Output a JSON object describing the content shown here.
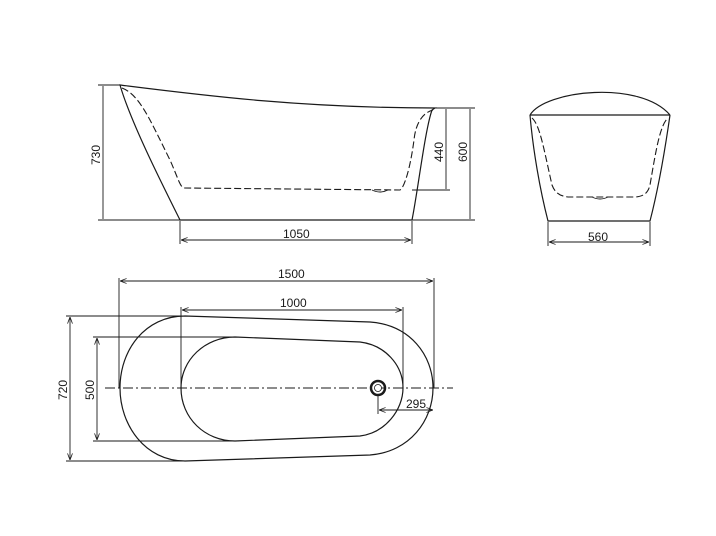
{
  "drawing": {
    "type": "freestanding bathtub technical drawing",
    "views": {
      "side_view": {
        "dimensions": {
          "total_height": "730",
          "rim_height": "600",
          "inner_depth": "440",
          "base_length": "1050"
        }
      },
      "end_view": {
        "dimensions": {
          "base_width": "560"
        }
      },
      "top_view": {
        "dimensions": {
          "overall_length": "1500",
          "inner_length": "1000",
          "overall_width": "720",
          "inner_width": "500",
          "drain_offset": "295"
        }
      }
    },
    "colors": {
      "stroke": "#1a1a1a",
      "background": "#ffffff"
    }
  }
}
